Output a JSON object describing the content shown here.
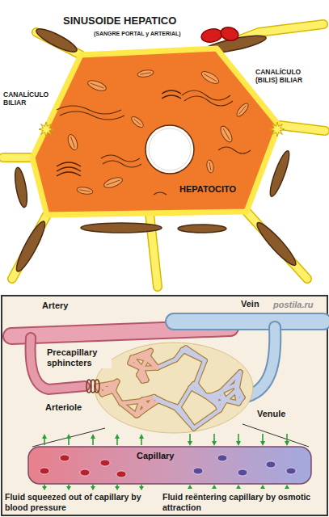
{
  "diagram": {
    "nodes": [
      {
        "text": [
          "HEPATOCITO"
        ]
      },
      {
        "text": [
          "Capillary"
        ]
      }
    ],
    "labels": [
      "SINUSOIDE HEPATICO",
      "(SANGRE PORTAL y ARTERIAL)",
      "CANALÍCULO BILIAR",
      "CANALÍCULO (BILIS) BILIAR",
      "Artery",
      "Vein",
      "Precapillary sphincters",
      "Arteriole",
      "Venule",
      "Fluid squeezed out of capillary by blood pressure",
      "Fluid reëntering capillary by osmotic attraction",
      "postila.ru"
    ]
  }
}
